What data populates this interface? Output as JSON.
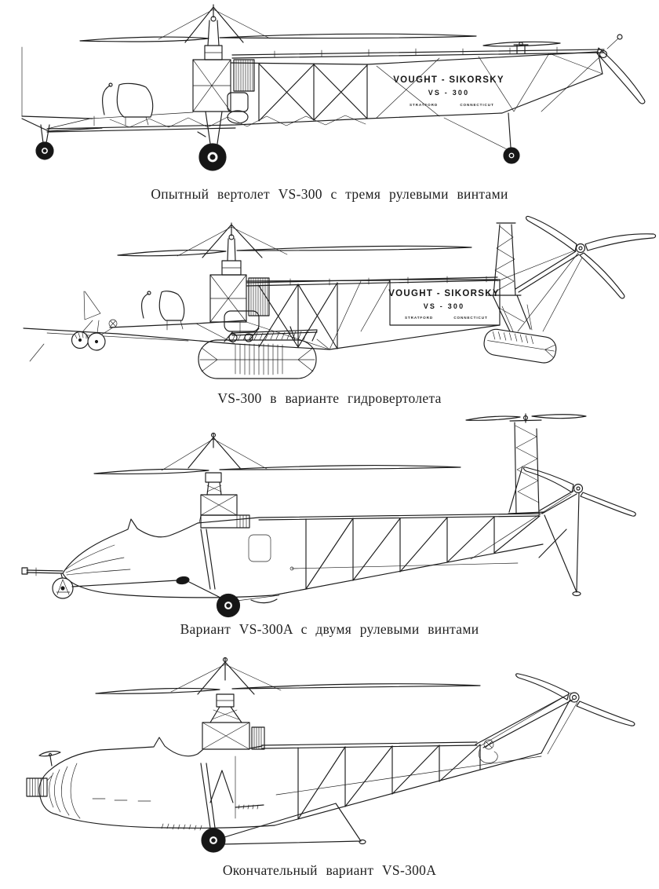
{
  "page": {
    "background": "#ffffff",
    "ink": "#1c1c1c"
  },
  "figures": [
    {
      "caption": "Опытный вертолет VS-300 с тремя рулевыми винтами",
      "placard": {
        "maker": "VOUGHT - SIKORSKY",
        "model": "VS - 300",
        "city": "STRATFORD",
        "state": "CONNECTICUT"
      }
    },
    {
      "caption": "VS-300 в варианте гидровертолета",
      "placard": {
        "maker": "VOUGHT - SIKORSKY",
        "model": "VS - 300",
        "city": "STRATFORD",
        "state": "CONNECTICUT"
      }
    },
    {
      "caption": "Вариант VS-300A с двумя рулевыми винтами"
    },
    {
      "caption": "Окончательный вариант VS-300A"
    }
  ]
}
